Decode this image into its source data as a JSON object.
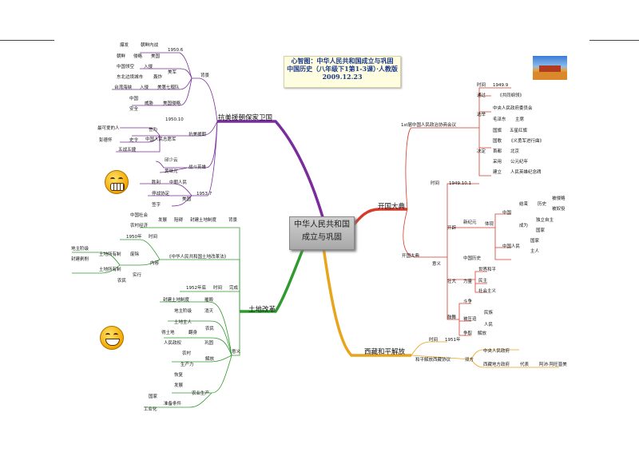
{
  "title": {
    "line1": "心智图：中华人民共和国成立与巩固",
    "line2": "中国历史（八年级下1第1-3课）·人教版",
    "line3": "2009.12.23"
  },
  "central": {
    "line1": "中华人民共和国",
    "line2": "成立与巩固"
  },
  "colors": {
    "branch_kmyc": "#7a2c9e",
    "branch_tdgg": "#2f9a2f",
    "branch_kgdd": "#d63a2a",
    "branch_xzjf": "#e8a41a",
    "sub_node": "#d21a6e"
  },
  "branches": {
    "kmyc": {
      "label": "抗美援朝保家卫国",
      "beijing": {
        "label": "背景",
        "d1": "1950.6",
        "n1": "爆发",
        "n2": "朝鲜内战",
        "n3": "朝鲜",
        "n4": "侵略",
        "n5": "美国",
        "n6": "美军",
        "n7": "中国领空",
        "n8": "入侵",
        "n9": "东北边境城市",
        "n10": "轰炸",
        "n11": "台湾海峡",
        "n12": "入侵",
        "n13": "美第七舰队",
        "n14": "中国",
        "n15": "威胁",
        "n16": "美国侵略",
        "n17": "安全"
      },
      "kmyc_node": {
        "label": "抗美援朝",
        "d1": "1950.10",
        "n1": "中国人民志愿军",
        "n2": "誉为",
        "n3": "最可爱的人",
        "n4": "史令",
        "n5": "彭德怀",
        "n6": "五战五捷"
      },
      "zdyx": {
        "label": "战斗英雄",
        "n1": "邱少云",
        "n2": "黄继光"
      },
      "jieguo": {
        "label": "美国",
        "d1": "1953.7",
        "n1": "胜利",
        "n2": "中朝人民",
        "n3": "停战协定",
        "n4": "签字"
      }
    },
    "tdgg": {
      "label": "土地改革",
      "bj": {
        "label": "背景",
        "n1": "发展",
        "n2": "阻碍",
        "n3": "封建土地制度",
        "n4": "中国社会",
        "n5": "农村经济"
      },
      "law": {
        "label": "《中华人民共和国土地改革法》",
        "d1": "1950年",
        "n1": "时间",
        "n2": "内容",
        "n3": "废除",
        "n4": "地主阶级",
        "n5": "土地所有制",
        "n6": "封建剥削",
        "n7": "实行",
        "n8": "土地所有制",
        "n9": "农民"
      },
      "wc": {
        "d1": "1952年底",
        "n1": "时间",
        "n2": "完成"
      },
      "yiyi": {
        "label": "意义",
        "n1": "封建土地制度",
        "n2": "摧毁",
        "n3": "地主阶级",
        "n4": "消灭",
        "n5": "土地主人",
        "n6": "农民",
        "n7": "解放",
        "n8": "翻身",
        "n9": "得土地",
        "n10": "人民政权",
        "n11": "巩固",
        "n12": "农村",
        "n13": "生产力",
        "n14": "恢复",
        "n15": "发展",
        "n16": "农业生产",
        "n17": "国家",
        "n18": "工业化",
        "n19": "准备条件"
      }
    },
    "kgdd": {
      "label": "开国大典",
      "zzxs": {
        "label": "1st届中国人民政治协商会议",
        "n1": "时间",
        "d1": "1949.9",
        "n2": "通过",
        "n3": "《共同纲领》",
        "n4": "选举",
        "n5": "中央人民政府委员会",
        "n6": "毛泽东",
        "n7": "主席",
        "n8": "决定",
        "n9": "国旗",
        "n10": "五星红旗",
        "n11": "国歌",
        "n12": "《义勇军进行曲》",
        "n13": "首都",
        "n14": "北京",
        "n15": "采用",
        "n16": "公元纪年",
        "n17": "建立",
        "n18": "人民英雄纪念碑"
      },
      "dadian": {
        "label": "开国大典",
        "n1": "时间",
        "d1": "1949.10.1",
        "yiyi": "意义",
        "kaipi": "开辟",
        "xjy": "新纪元",
        "tixie": "体现",
        "zhongguo": "中国",
        "jieshu": "结束",
        "lishi": "历史",
        "qlls": "被侵略",
        "byy": "被奴役",
        "chengwei": "成为",
        "dlzz": "独立自主",
        "guojia": "国家",
        "zgrm": "中国人民",
        "guojia2": "国家",
        "zhuren": "主人",
        "zgls": "中国历史",
        "zhuangda": "壮大",
        "liliang": "力量",
        "shjhp": "世界和平",
        "minzhu": "民主",
        "shzy": "社会主义",
        "guwu": "鼓舞",
        "douzheng": "斗争",
        "minzu": "民族",
        "bycd": "被压迫",
        "renmin": "人民",
        "zhengqu": "争取",
        "jiefang": "解放"
      }
    },
    "xzjf": {
      "label": "西藏和平解放",
      "n1": "时间",
      "d1": "1951年",
      "n2": "和平解放西藏协议",
      "n3": "双方",
      "n4": "中央人民政府",
      "n5": "西藏地方政府",
      "n6": "代表",
      "n7": "阿沛·阿旺晋美"
    }
  }
}
